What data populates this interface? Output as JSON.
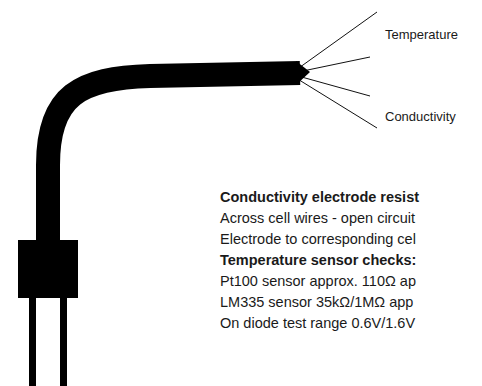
{
  "diagram": {
    "labels": [
      "Temperature",
      "Conductivity",
      "Conductivity electrode resist",
      "Across cell wires - open circuit",
      "Electrode to corresponding cel",
      "Temperature sensor checks:",
      "Pt100 sensor approx. 110Ω ap",
      "LM335 sensor 35kΩ/1MΩ app",
      "On diode test range 0.6V/1.6V"
    ]
  }
}
